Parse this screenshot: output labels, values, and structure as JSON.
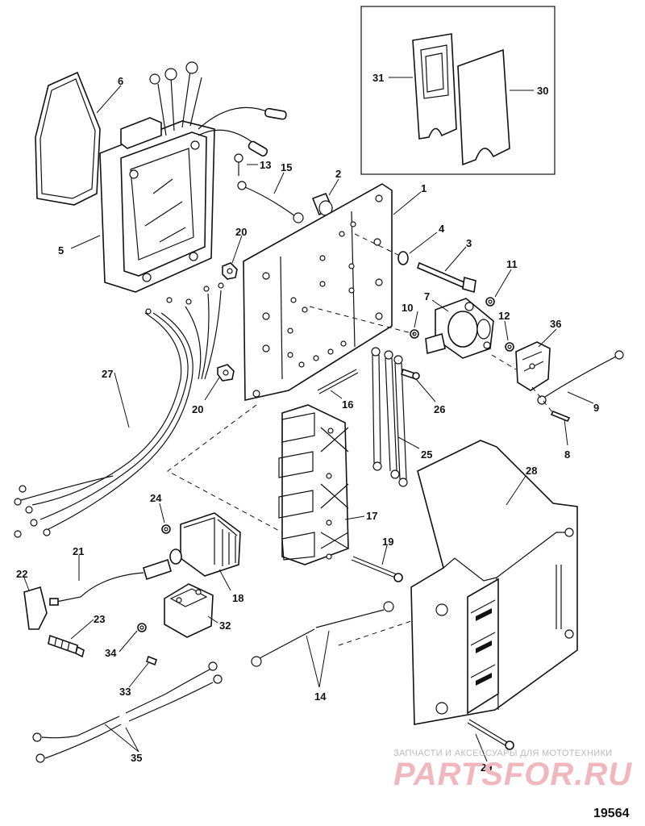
{
  "drawing_number": "19564",
  "watermark": {
    "tagline": "ЗАПЧАСТИ И АКСЕССУАРЫ ДЛЯ МОТОТЕХНИКИ",
    "brand": "PARTSFOR.RU"
  },
  "callouts": {
    "c1": "1",
    "c2": "2",
    "c3": "3",
    "c4": "4",
    "c5": "5",
    "c6": "6",
    "c7": "7",
    "c8": "8",
    "c9": "9",
    "c10": "10",
    "c11": "11",
    "c12": "12",
    "c13": "13",
    "c14": "14",
    "c15": "15",
    "c16": "16",
    "c17": "17",
    "c18": "18",
    "c19": "19",
    "c20a": "20",
    "c20b": "20",
    "c21": "21",
    "c22": "22",
    "c23": "23",
    "c24": "24",
    "c25": "25",
    "c26": "26",
    "c27": "27",
    "c28": "28",
    "c29": "29",
    "c30": "30",
    "c31": "31",
    "c32": "32",
    "c33": "33",
    "c34": "34",
    "c35": "35",
    "c36": "36"
  }
}
